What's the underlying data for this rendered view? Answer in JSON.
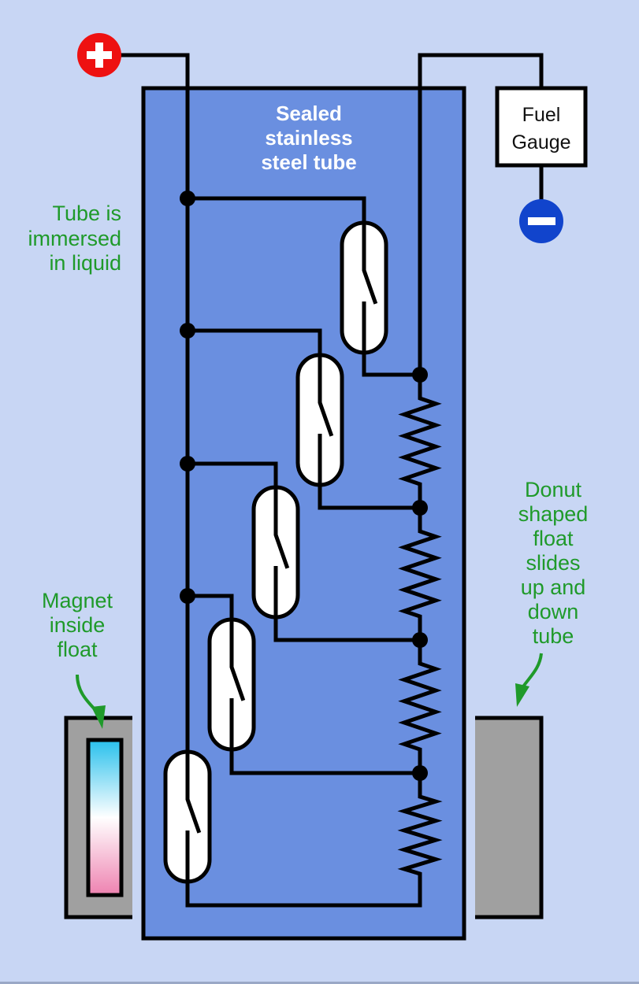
{
  "colors": {
    "background": "#c8d6f4",
    "tube_fill": "#6a8fe0",
    "label_green": "#1f9a2a",
    "positive_terminal": "#ee1111",
    "negative_terminal": "#1144cc",
    "float_gray": "#a0a0a0",
    "magnet_top": "#28c0ec",
    "magnet_bottom": "#ee82b0"
  },
  "labels": {
    "tube": [
      "Sealed",
      "stainless",
      "steel tube"
    ],
    "immersed": [
      "Tube is",
      "immersed",
      "in liquid"
    ],
    "magnet": [
      "Magnet",
      "inside",
      "float"
    ],
    "donut": [
      "Donut",
      "shaped",
      "float",
      "slides",
      "up and",
      "down",
      "tube"
    ],
    "gauge": [
      "Fuel",
      "Gauge"
    ]
  },
  "terminals": {
    "positive": {
      "symbol": "+",
      "icon": "plus-icon"
    },
    "negative": {
      "symbol": "−",
      "icon": "minus-icon"
    }
  },
  "components": {
    "reed_switch_count": 5,
    "resistor_count": 4,
    "reed_switch_icon": "reed-switch-icon",
    "resistor_icon": "resistor-icon"
  }
}
